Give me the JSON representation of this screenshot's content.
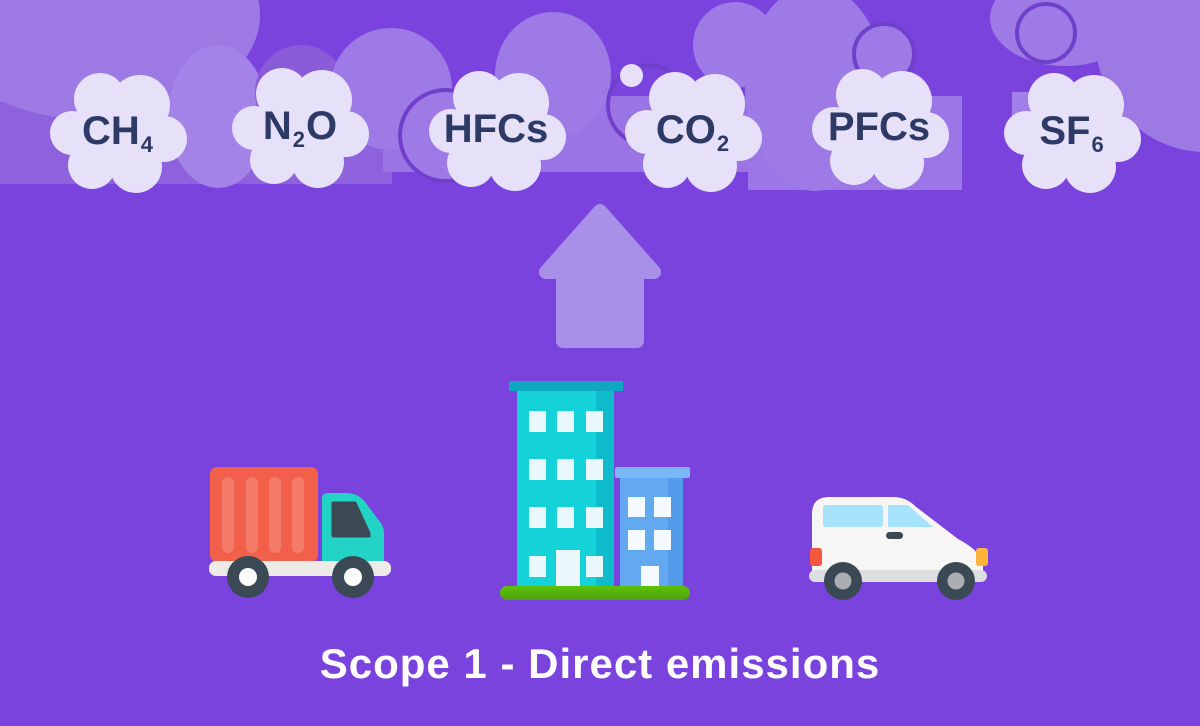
{
  "scene": {
    "caption": "Scope 1 - Direct emissions",
    "gas_clouds": [
      {
        "name": "methane",
        "main": "CH",
        "sub": "4",
        "tail": ""
      },
      {
        "name": "nitrous-oxide",
        "main": "N",
        "sub": "2",
        "tail": "O"
      },
      {
        "name": "hydrofluorocarbons",
        "main": "HFCs",
        "sub": "",
        "tail": ""
      },
      {
        "name": "carbon-dioxide",
        "main": "CO",
        "sub": "2",
        "tail": ""
      },
      {
        "name": "perfluorocarbons",
        "main": "PFCs",
        "sub": "",
        "tail": ""
      },
      {
        "name": "sulfur-hexafluoride",
        "main": "SF",
        "sub": "6",
        "tail": ""
      }
    ],
    "icons": [
      "gas-cloud",
      "up-arrow",
      "office-building",
      "delivery-truck",
      "van",
      "grass"
    ],
    "colors": {
      "background": "#7A43DE",
      "bg_cloud_light": "#9D7AE6",
      "bg_cloud_dark": "#8A5BD8",
      "cloud_outline": "#7040CC",
      "label_cloud": "#E6E0F8",
      "gas_text": "#2D3A66",
      "arrow": "#A890E9",
      "caption_text": "#FDFDFE",
      "truck_cargo": "#F2604B",
      "truck_cab": "#22D3C6",
      "building_teal": "#14D2D8",
      "building_cap": "#0EA9C0",
      "building_blue": "#63A9F2",
      "grass": "#5CC107",
      "van_body": "#F7F6F4",
      "van_window": "#A6E2FC",
      "tail_light": "#F5563E",
      "head_light": "#FDB43C",
      "wheel": "#3A4954"
    }
  }
}
